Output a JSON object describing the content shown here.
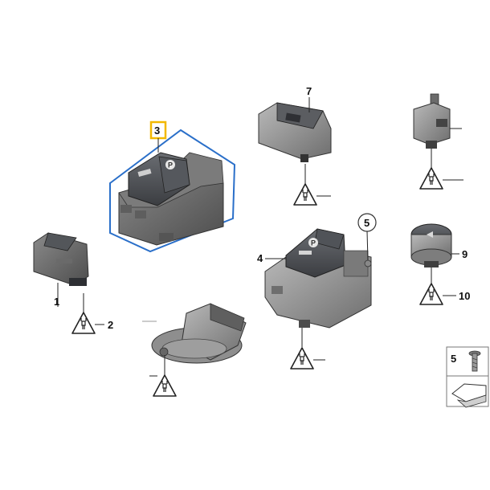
{
  "diagram": {
    "callouts": {
      "c1": "1",
      "c2": "2",
      "c3": "3",
      "c4": "4",
      "c5": "5",
      "c7": "7",
      "c9": "9",
      "c10": "10",
      "legend_number": "5"
    },
    "colors": {
      "highlight_box": "#2a6fc9",
      "callout_3_frame": "#f2b800",
      "part_dark": "#4a4a4a",
      "part_mid": "#6d6d6d",
      "part_light": "#9a9a9a"
    },
    "icons": [
      "electric-connection-warning-icon",
      "parking-brake-p-symbol",
      "legend-arrow-icon",
      "screw-icon"
    ]
  }
}
